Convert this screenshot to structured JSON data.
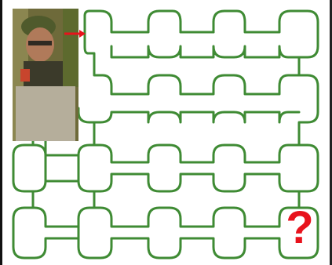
{
  "maze": {
    "grid": {
      "rows": 4,
      "cols": 5
    },
    "wall_color": "#3f8b34",
    "start_arrow_color": "#e8121c"
  },
  "player": {
    "icon": "soldier-portrait-icon",
    "position": {
      "row": 0,
      "col": 0
    }
  },
  "goal": {
    "label": "?",
    "icon": "question-mark-icon",
    "color": "#e8121c",
    "position": {
      "row": 3,
      "col": 4
    }
  }
}
